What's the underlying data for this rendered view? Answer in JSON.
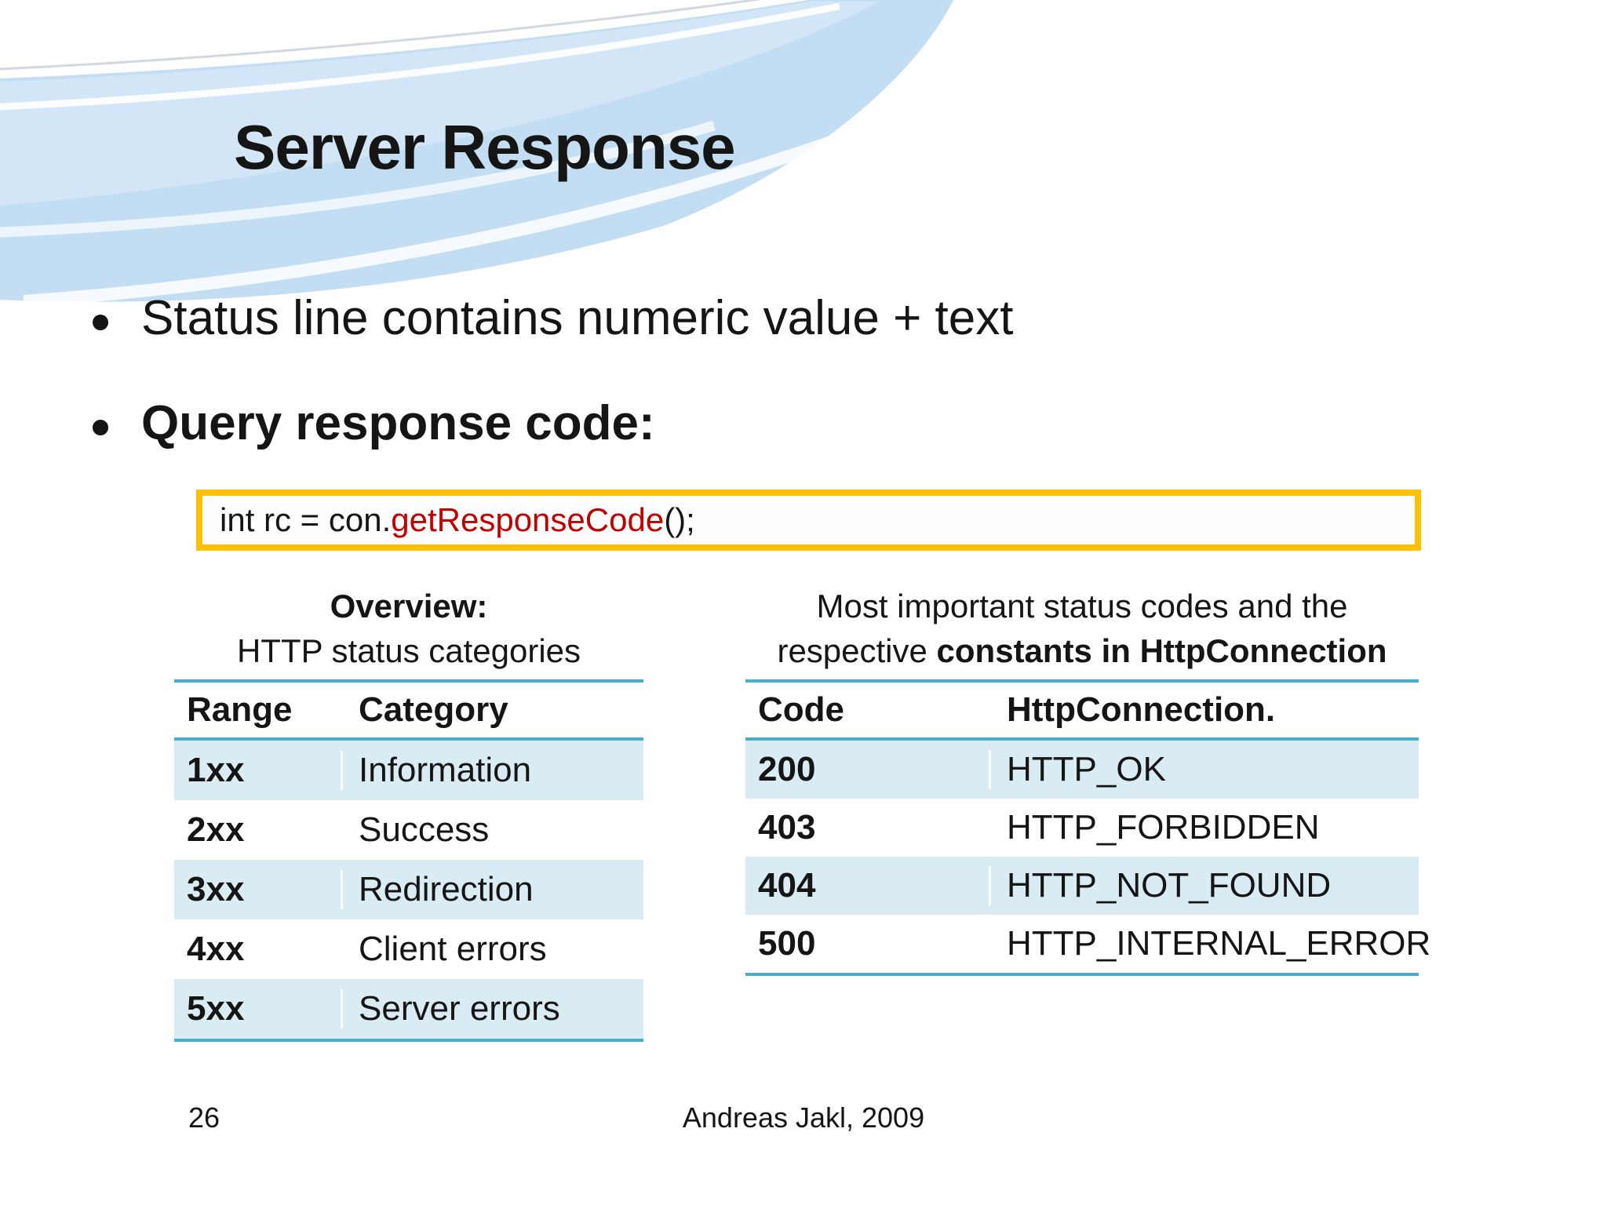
{
  "slide": {
    "title": "Server Response",
    "bullets": [
      {
        "text": "Status line contains numeric value + text"
      },
      {
        "text": "Query response code:"
      }
    ],
    "code": {
      "prefix": "int rc = con.",
      "highlight": "getResponseCode",
      "suffix": "();"
    },
    "left_table": {
      "title_line1": "Overview:",
      "title_line2": "HTTP status categories",
      "headers": [
        "Range",
        "Category"
      ],
      "rows": [
        [
          "1xx",
          "Information"
        ],
        [
          "2xx",
          "Success"
        ],
        [
          "3xx",
          "Redirection"
        ],
        [
          "4xx",
          "Client errors"
        ],
        [
          "5xx",
          "Server errors"
        ]
      ]
    },
    "right_table": {
      "title_line1": "Most important status codes and the",
      "title_line2_regular": "respective ",
      "title_line2_bold": "constants in HttpConnection",
      "headers": [
        "Code",
        "HttpConnection."
      ],
      "rows": [
        [
          "200",
          "HTTP_OK"
        ],
        [
          "403",
          "HTTP_FORBIDDEN"
        ],
        [
          "404",
          "HTTP_NOT_FOUND"
        ],
        [
          "500",
          "HTTP_INTERNAL_ERROR"
        ]
      ]
    },
    "footer": {
      "page_number": "26",
      "credit": "Andreas Jakl, 2009"
    },
    "colors": {
      "accent_teal": "#4BACC6",
      "row_blue": "#D9EBF3",
      "code_border": "#FFC000",
      "code_red": "#C00000"
    }
  }
}
